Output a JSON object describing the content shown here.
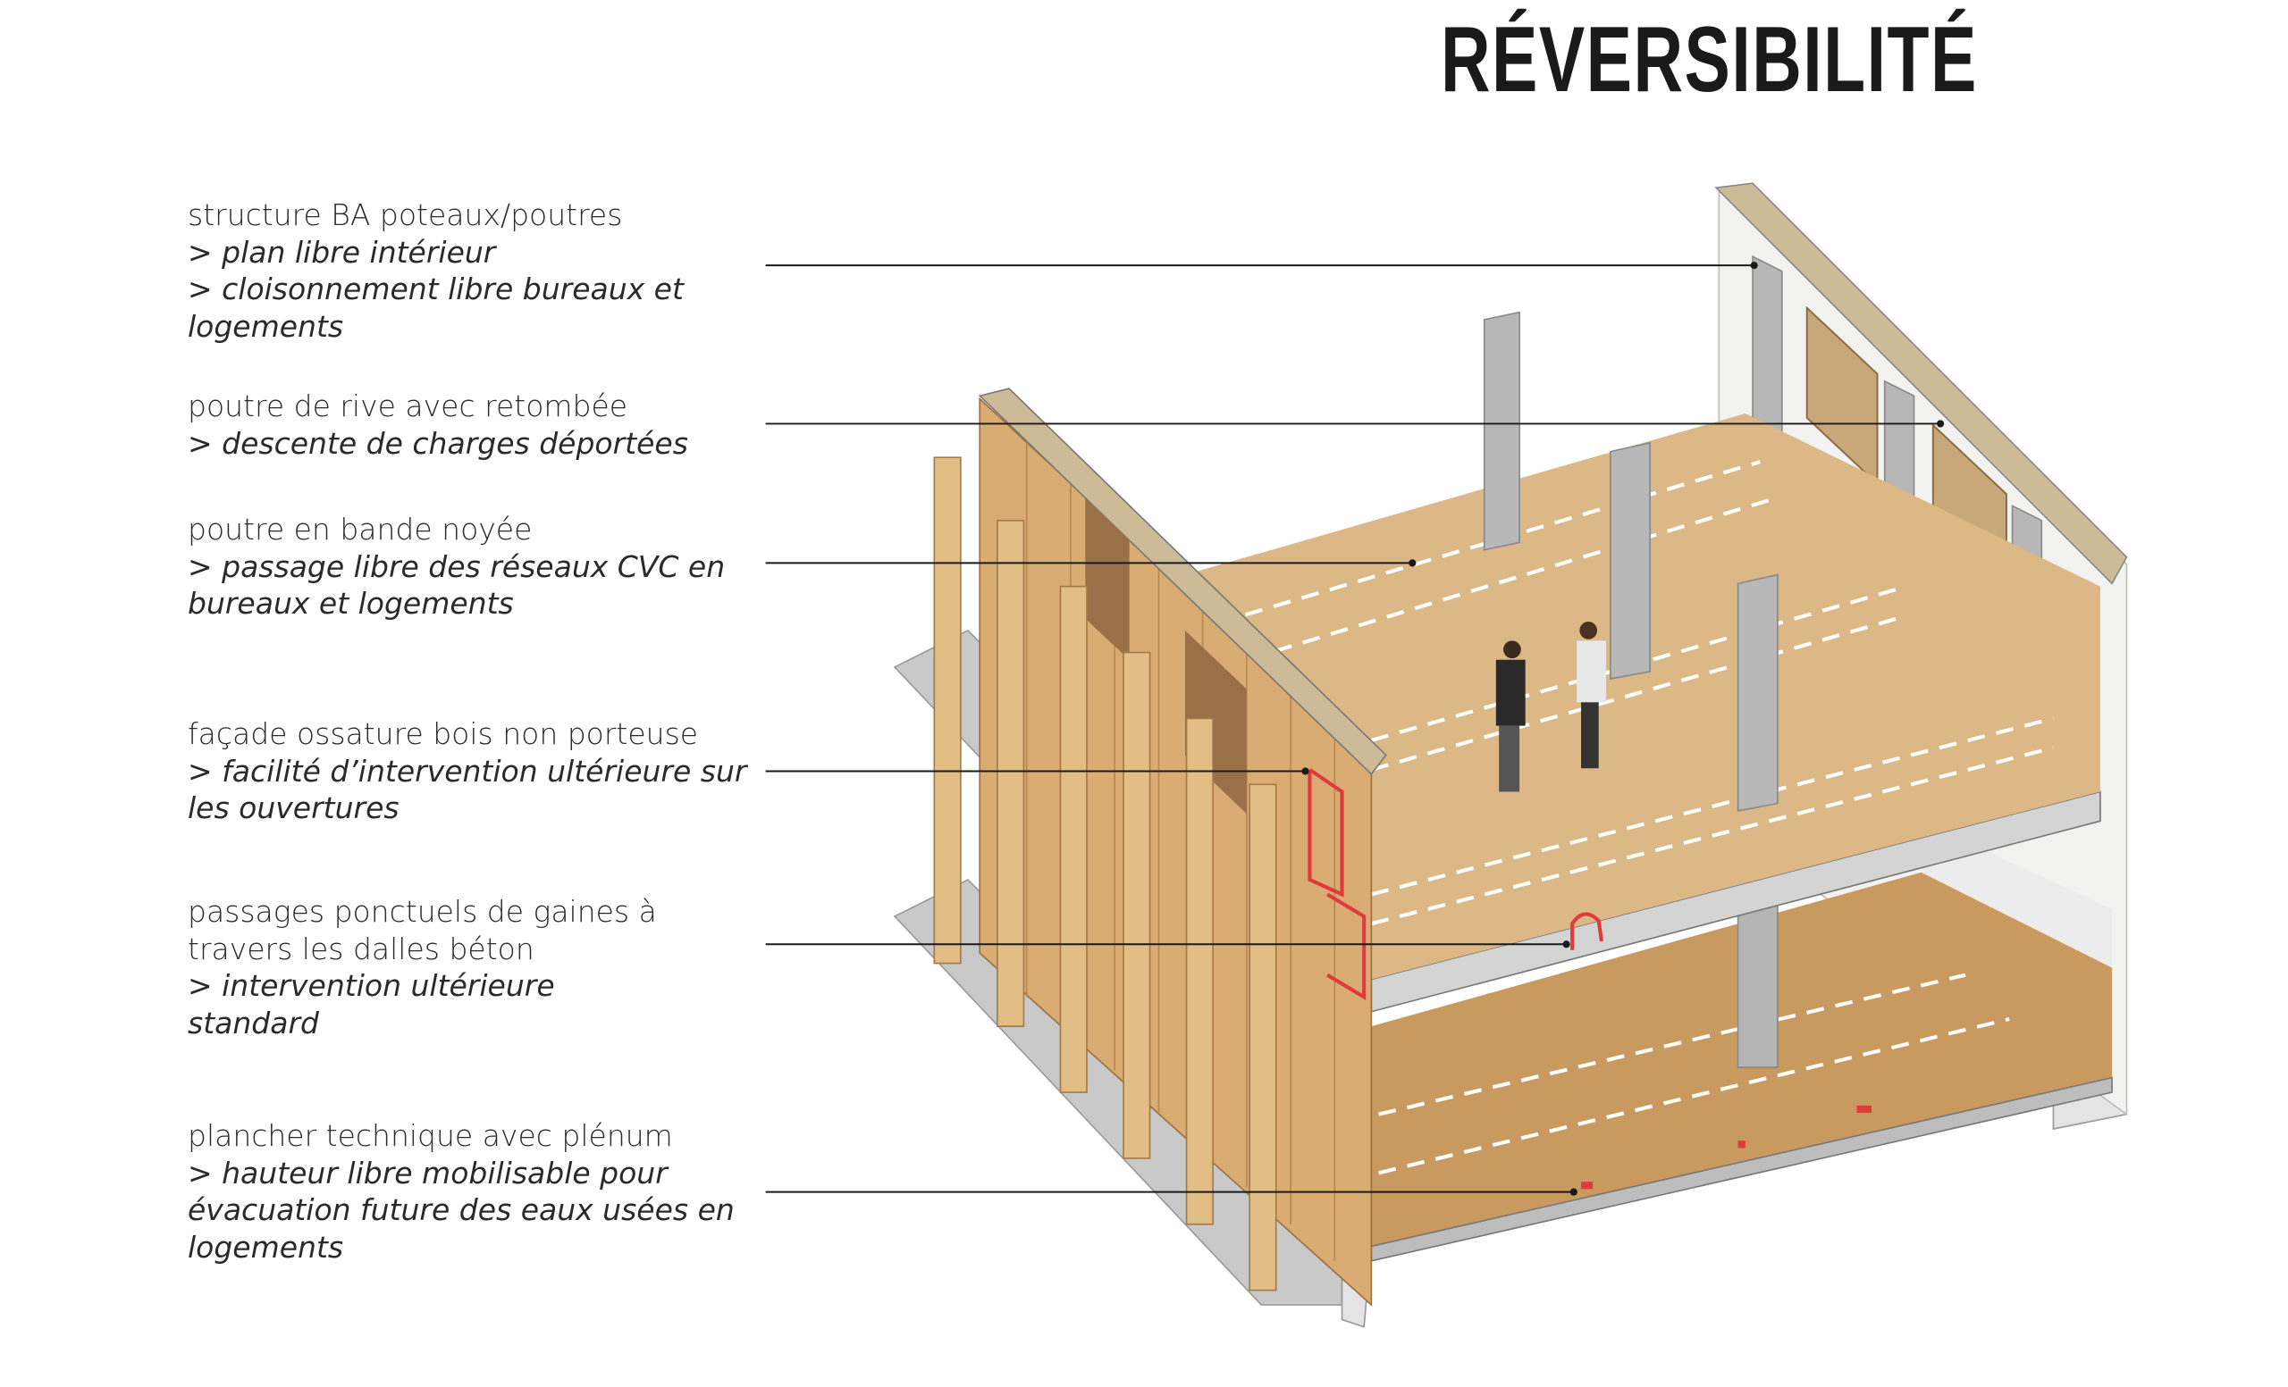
{
  "title": "RÉVERSIBILITÉ",
  "annotations": [
    {
      "main": "structure BA poteaux/poutres",
      "subs": [
        "> plan libre intérieur",
        "> cloisonnement libre bureaux et logements"
      ]
    },
    {
      "main": "poutre de rive avec retombée",
      "subs": [
        "> descente de charges déportées"
      ]
    },
    {
      "main": "poutre en bande noyée",
      "subs": [
        "> passage libre des réseaux CVC en bureaux et logements"
      ]
    },
    {
      "main": "façade ossature bois non porteuse",
      "subs": [
        "> facilité d’intervention ultérieure sur les ouvertures"
      ]
    },
    {
      "main": "passages ponctuels de gaines à travers les dalles béton",
      "subs": [
        "> intervention ultérieure standard"
      ]
    },
    {
      "main": "plancher technique avec plénum",
      "subs": [
        "> hauteur libre mobilisable pour évacuation future des eaux usées en logements"
      ]
    }
  ],
  "colors": {
    "wood": "#d9b482",
    "wood_dark": "#b98a55",
    "concrete": "#bdbdbd",
    "accent_red": "#e03a3a",
    "leader": "#1a1a1a"
  }
}
